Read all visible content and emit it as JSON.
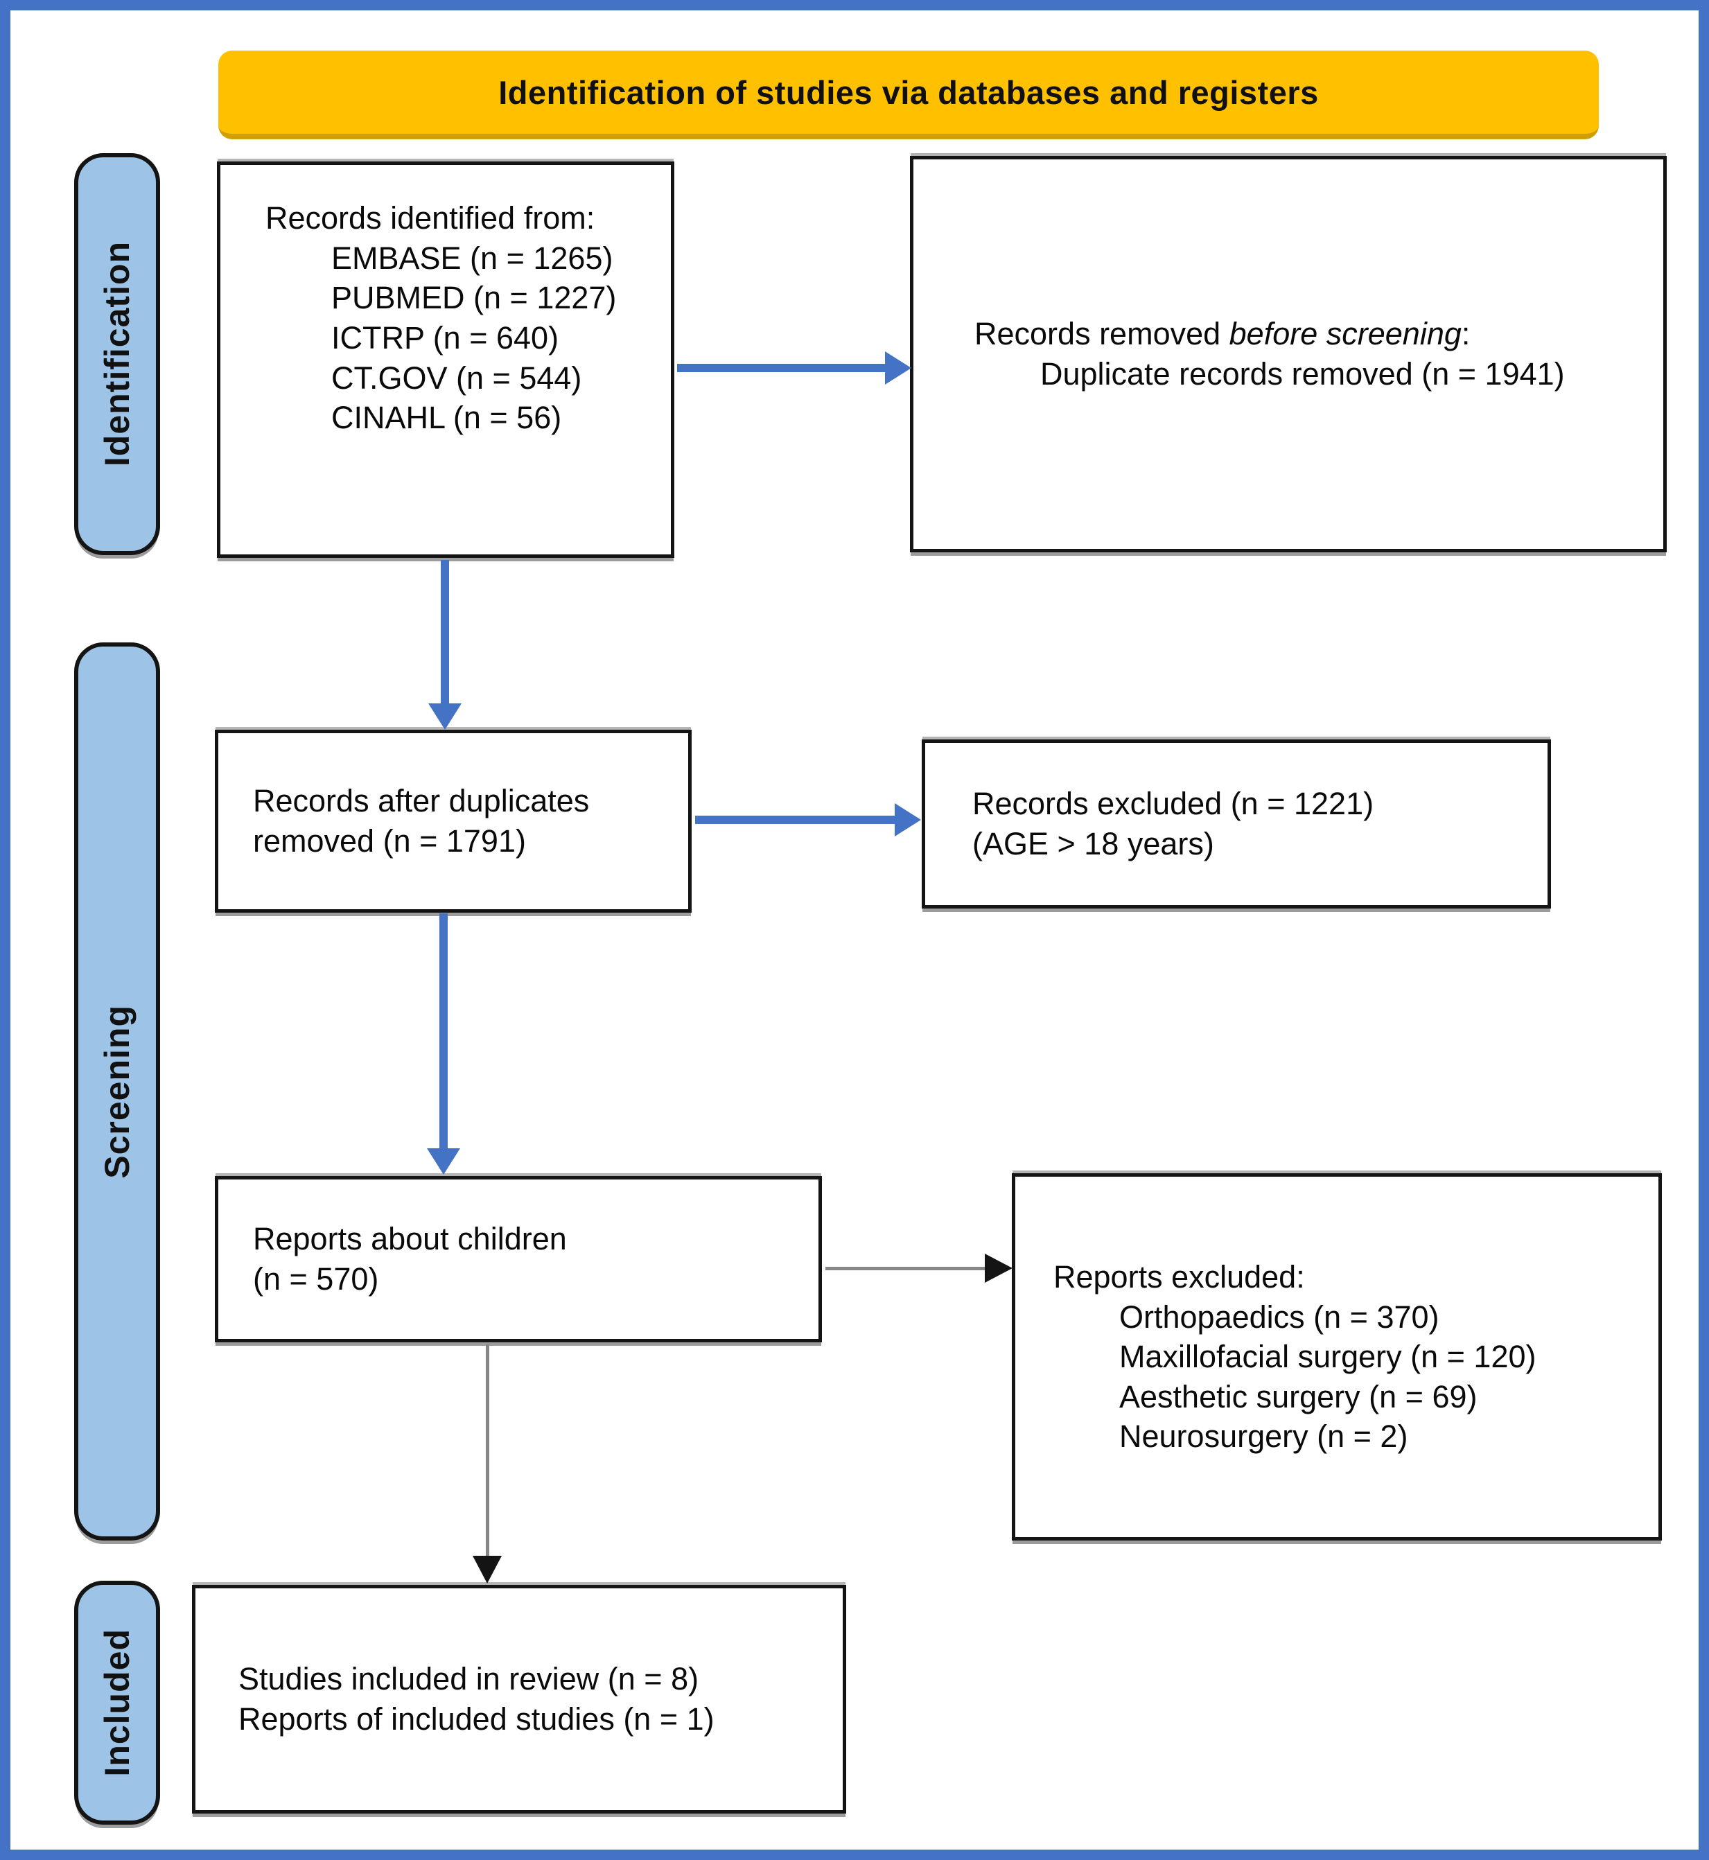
{
  "banner": {
    "title": "Identification of studies via databases and registers"
  },
  "stages": [
    {
      "label": "Identification"
    },
    {
      "label": "Screening"
    },
    {
      "label": "Included"
    }
  ],
  "boxes": {
    "identified": {
      "heading": "Records identified from:",
      "items": [
        "EMBASE (n = 1265)",
        "PUBMED (n = 1227)",
        "ICTRP (n = 640)",
        "CT.GOV (n = 544)",
        "CINAHL (n = 56)"
      ]
    },
    "removed": {
      "prefix": "Records removed ",
      "emphasis": "before screening",
      "suffix": ":",
      "items": [
        "Duplicate records removed (n = 1941)"
      ]
    },
    "after_duplicates": {
      "lines": [
        "Records after duplicates",
        "removed (n = 1791)"
      ]
    },
    "records_excluded": {
      "lines": [
        "Records excluded (n = 1221)",
        "(AGE > 18 years)"
      ]
    },
    "children_reports": {
      "lines": [
        "Reports about children",
        "(n = 570)"
      ]
    },
    "reports_excluded": {
      "heading": "Reports excluded:",
      "items": [
        "Orthopaedics (n = 370)",
        "Maxillofacial surgery (n = 120)",
        "Aesthetic surgery (n = 69)",
        "Neurosurgery (n = 2)"
      ]
    },
    "included": {
      "lines": [
        "Studies included in review (n = 8)",
        "Reports of included studies (n = 1)"
      ]
    }
  },
  "colors": {
    "accent_blue": "#4472C4",
    "banner_gold": "#FFC000",
    "stage_fill": "#9DC3E6",
    "arrow_gray": "#808080",
    "box_border": "#111111"
  }
}
